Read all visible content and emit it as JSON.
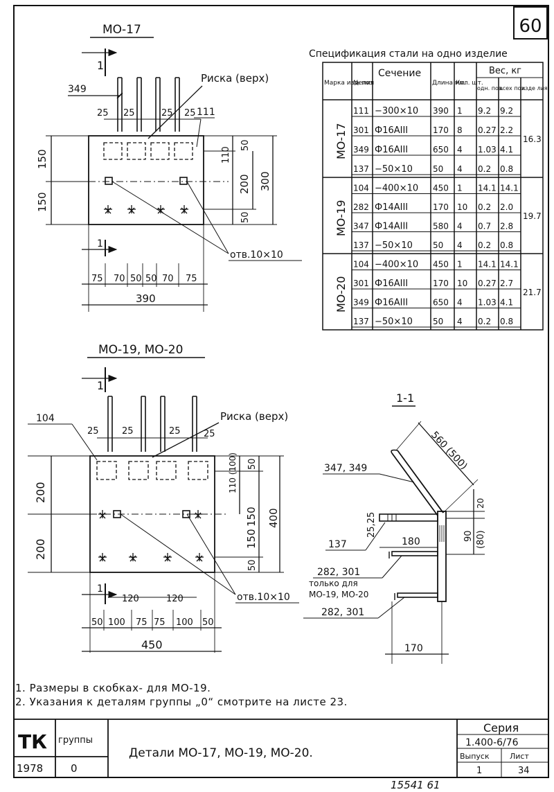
{
  "sheet_number": "60",
  "views": {
    "mo17": {
      "title": "МО-17",
      "section_mark": "1",
      "dims": {
        "left_offset": "349",
        "plate_mark": "111",
        "rod_gap": "25",
        "half_height": "150",
        "top_50": "50",
        "dim_110": "110",
        "dim_200": "200",
        "dim_300": "300",
        "bottom_50": "50",
        "w75": "75",
        "w70": "70",
        "w50": "50",
        "total": "390"
      },
      "risk_label": "Риска (верх)",
      "hole_label": "отв.10×10"
    },
    "mo19": {
      "title": "МО-19, МО-20",
      "section_mark": "1",
      "dims": {
        "plate_mark": "104",
        "rod_gap": "25",
        "half_height": "200",
        "top_50": "50",
        "dim_110": "110 (100)",
        "dim_150": "150",
        "dim_400": "400",
        "bottom_50": "50",
        "w120": "120",
        "w50": "50",
        "w100": "100",
        "w75": "75",
        "total": "450"
      },
      "risk_label": "Риска (верх)",
      "hole_label": "отв.10×10"
    },
    "section": {
      "title": "1-1",
      "length": "560 (500)",
      "label_347": "347, 349",
      "label_137": "137",
      "dim_2525": "25,25",
      "dim_180": "180",
      "dim_20": "20",
      "dim_90": "90",
      "dim_80": "(80)",
      "label_282a": "282, 301",
      "only_for": "только для",
      "only_for_items": "МО-19, МО-20",
      "label_282b": "282, 301",
      "dim_170": "170"
    }
  },
  "spec": {
    "title": "Спецификация стали на одно изделие",
    "headers": {
      "mark": "Марка изделия",
      "pos": "№ поз",
      "section": "Сечение",
      "length": "Длина мм.",
      "qty": "Кол. шт.",
      "weight": "Вес, кг",
      "w_one": "одн. поз.",
      "w_all": "всех поз.",
      "w_item": "изде лия"
    },
    "groups": [
      {
        "mark": "МО-17",
        "total": "16.3",
        "rows": [
          {
            "pos": "111",
            "section": "−300×10",
            "len": "390",
            "qty": "1",
            "w1": "9.2",
            "wa": "9.2"
          },
          {
            "pos": "301",
            "section": "Ф16АIII",
            "len": "170",
            "qty": "8",
            "w1": "0.27",
            "wa": "2.2"
          },
          {
            "pos": "349",
            "section": "Ф16АIII",
            "len": "650",
            "qty": "4",
            "w1": "1.03",
            "wa": "4.1"
          },
          {
            "pos": "137",
            "section": "−50×10",
            "len": "50",
            "qty": "4",
            "w1": "0.2",
            "wa": "0.8"
          }
        ]
      },
      {
        "mark": "МО-19",
        "total": "19.7",
        "rows": [
          {
            "pos": "104",
            "section": "−400×10",
            "len": "450",
            "qty": "1",
            "w1": "14.1",
            "wa": "14.1"
          },
          {
            "pos": "282",
            "section": "Ф14АIII",
            "len": "170",
            "qty": "10",
            "w1": "0.2",
            "wa": "2.0"
          },
          {
            "pos": "347",
            "section": "Ф14АIII",
            "len": "580",
            "qty": "4",
            "w1": "0.7",
            "wa": "2.8"
          },
          {
            "pos": "137",
            "section": "−50×10",
            "len": "50",
            "qty": "4",
            "w1": "0.2",
            "wa": "0.8"
          }
        ]
      },
      {
        "mark": "МО-20",
        "total": "21.7",
        "rows": [
          {
            "pos": "104",
            "section": "−400×10",
            "len": "450",
            "qty": "1",
            "w1": "14.1",
            "wa": "14.1"
          },
          {
            "pos": "301",
            "section": "Ф16АIII",
            "len": "170",
            "qty": "10",
            "w1": "0.27",
            "wa": "2.7"
          },
          {
            "pos": "349",
            "section": "Ф16АIII",
            "len": "650",
            "qty": "4",
            "w1": "1.03",
            "wa": "4.1"
          },
          {
            "pos": "137",
            "section": "−50×10",
            "len": "50",
            "qty": "4",
            "w1": "0.2",
            "wa": "0.8"
          }
        ]
      }
    ]
  },
  "notes": [
    "1. Размеры в скобках- для МО-19.",
    "2. Указания к деталям группы „0“ смотрите на листе 23."
  ],
  "title_block": {
    "logo": "ТК",
    "year": "1978",
    "group_label": "группы",
    "group_value": "0",
    "title": "Детали МО-17, МО-19, МО-20.",
    "series_label": "Серия",
    "series_value": "1.400-6/76",
    "issue_label": "Выпуск",
    "issue_value": "1",
    "sheet_label": "Лист",
    "sheet_value": "34"
  },
  "stamp_bottom": "15541  61"
}
